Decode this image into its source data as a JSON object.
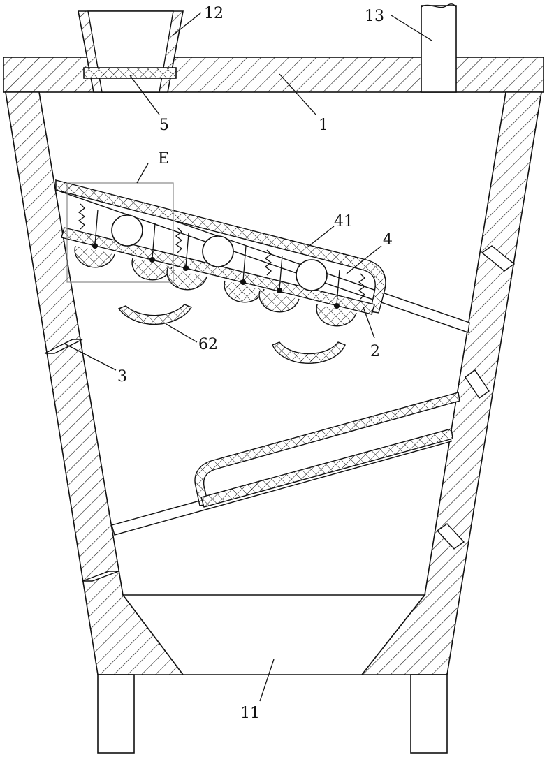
{
  "figure": {
    "labels": {
      "l1": "1",
      "l2": "2",
      "l3": "3",
      "l4": "4",
      "l5": "5",
      "l11": "11",
      "l12": "12",
      "l13": "13",
      "l41": "41",
      "l62": "62",
      "lE": "E"
    }
  }
}
